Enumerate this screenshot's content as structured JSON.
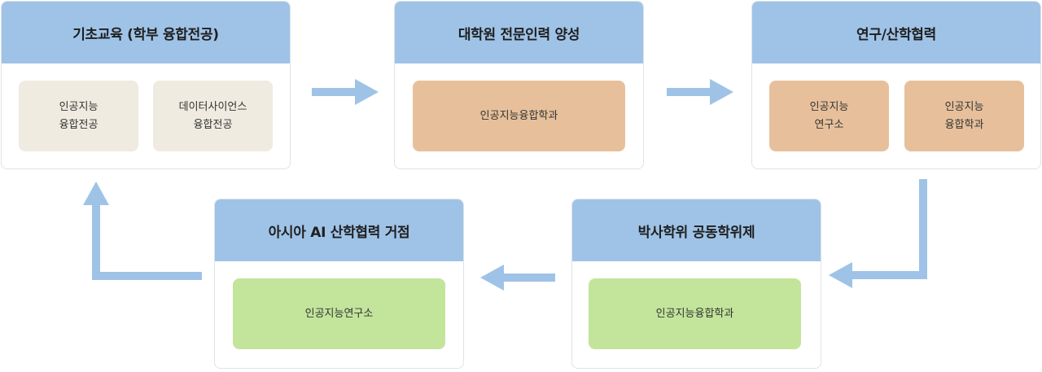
{
  "colors": {
    "header": "#9fc3e7",
    "arrow": "#9fc3e7",
    "beige_box": "#efebe0",
    "tan_box": "#e7c09b",
    "green_box": "#c2e59b"
  },
  "stages": {
    "basic": {
      "title": "기초교육 (학부 융합전공)",
      "items": [
        "인공지능\n융합전공",
        "데이터사이언스\n융합전공"
      ]
    },
    "grad": {
      "title": "대학원 전문인력 양성",
      "items": [
        "인공지능융합학과"
      ]
    },
    "industry": {
      "title": "연구/산학협력",
      "items": [
        "인공지능\n연구소",
        "인공지능\n융합학과"
      ]
    },
    "phd": {
      "title": "박사학위 공동학위제",
      "items": [
        "인공지능융합학과"
      ]
    },
    "asia": {
      "title": "아시아 AI 산학협력 거점",
      "items": [
        "인공지능연구소"
      ]
    }
  }
}
